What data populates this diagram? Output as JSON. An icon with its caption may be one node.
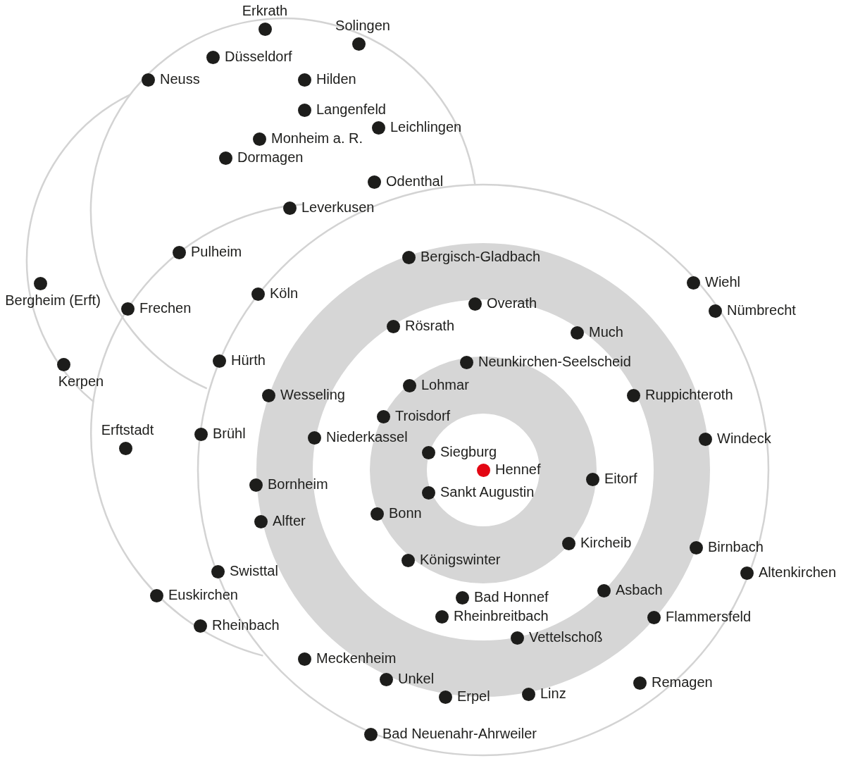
{
  "diagram": {
    "labels": [
      "Erkrath",
      "Solingen",
      "Düsseldorf",
      "Neuss",
      "Hilden",
      "Langenfeld",
      "Leichlingen",
      "Monheim a. R.",
      "Dormagen",
      "Odenthal",
      "Leverkusen",
      "Pulheim",
      "Bergisch-Gladbach",
      "Wiehl",
      "Bergheim (Erft)",
      "Köln",
      "Frechen",
      "Overath",
      "Nümbrecht",
      "Rösrath",
      "Much",
      "Hürth",
      "Neunkirchen-Seelscheid",
      "Kerpen",
      "Lohmar",
      "Wesseling",
      "Ruppichteroth",
      "Troisdorf",
      "Erftstadt",
      "Brühl",
      "Niederkassel",
      "Windeck",
      "Siegburg",
      "Hennef",
      "Eitorf",
      "Bornheim",
      "Sankt Augustin",
      "Bonn",
      "Alfter",
      "Kircheib",
      "Birnbach",
      "Königswinter",
      "Swisttal",
      "Altenkirchen",
      "Asbach",
      "Euskirchen",
      "Bad Honnef",
      "Rheinbreitbach",
      "Flammersfeld",
      "Rheinbach",
      "Vettelschoß",
      "Meckenheim",
      "Unkel",
      "Remagen",
      "Erpel",
      "Linz",
      "Bad Neuenahr-Ahrweiler"
    ]
  }
}
